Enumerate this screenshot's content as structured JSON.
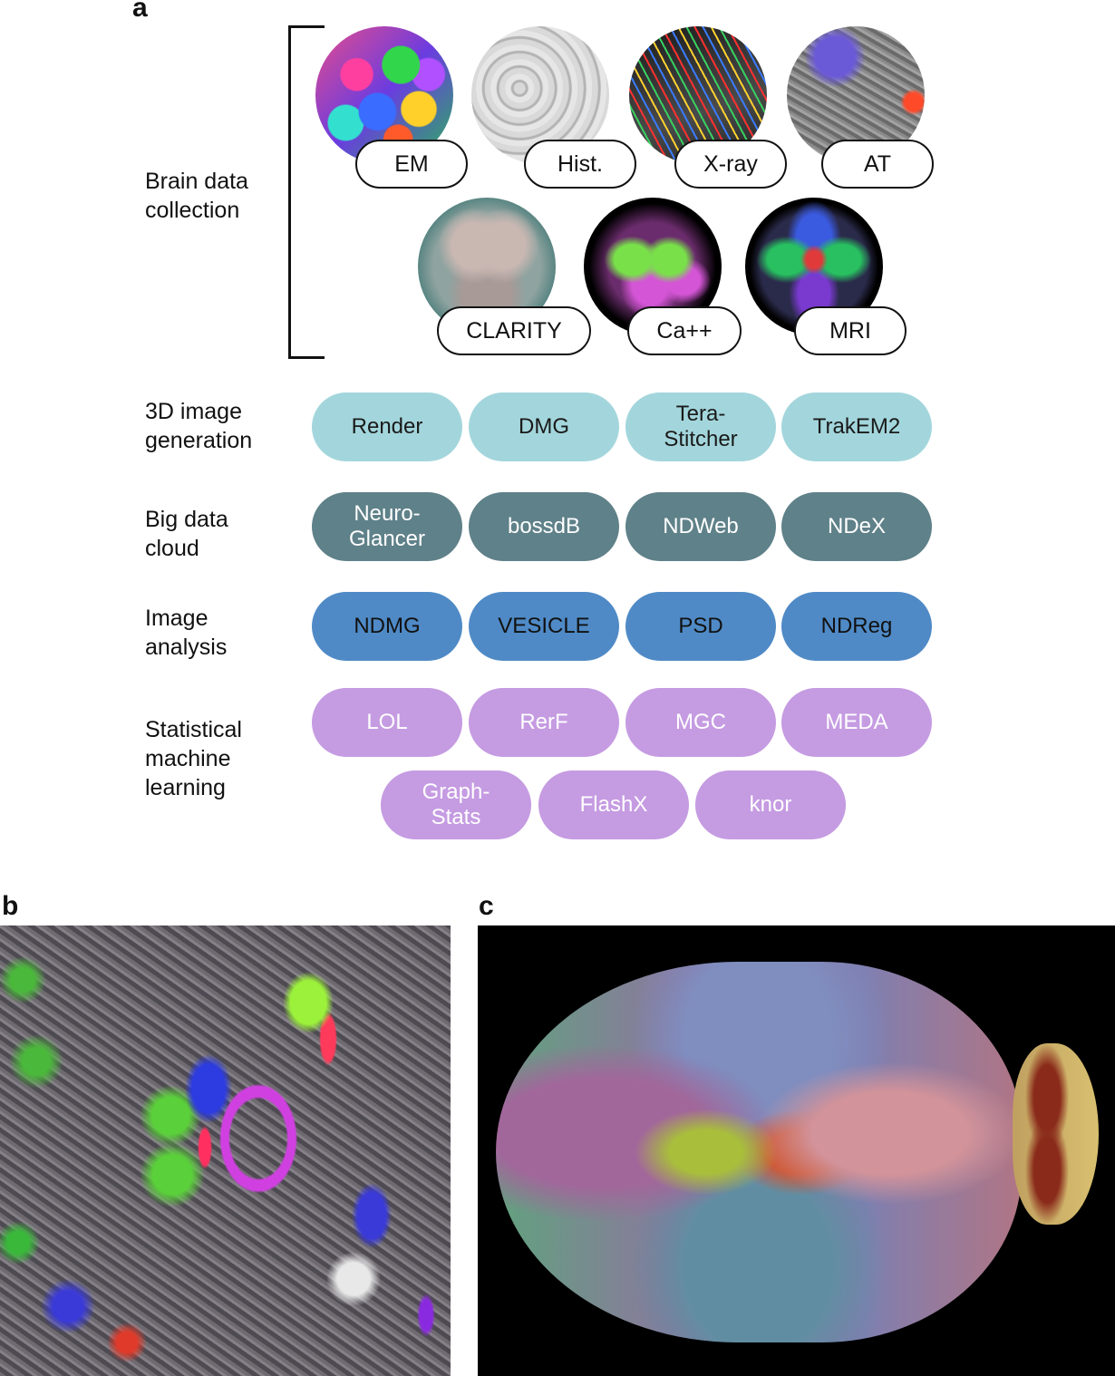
{
  "panels": {
    "a": "a",
    "b": "b",
    "c": "c"
  },
  "rows": {
    "collection": {
      "label": "Brain data\ncollection",
      "tags": [
        "EM",
        "Hist.",
        "X-ray",
        "AT",
        "CLARITY",
        "Ca++",
        "MRI"
      ]
    },
    "generation": {
      "label": "3D image\ngeneration",
      "color": "#a3d6dc",
      "text_color": "#1a1a1a",
      "tools": [
        "Render",
        "DMG",
        "Tera-\nStitcher",
        "TrakEM2"
      ]
    },
    "cloud": {
      "label": "Big data\ncloud",
      "color": "#5f8189",
      "text_color": "#ffffff",
      "tools": [
        "Neuro-\nGlancer",
        "bossdB",
        "NDWeb",
        "NDeX"
      ]
    },
    "analysis": {
      "label": "Image\nanalysis",
      "color": "#4f8ac6",
      "text_color": "#111111",
      "tools": [
        "NDMG",
        "VESICLE",
        "PSD",
        "NDReg"
      ]
    },
    "learning": {
      "label": "Statistical\nmachine\nlearning",
      "color": "#c59be2",
      "text_color": "#ffffff",
      "tools": [
        "LOL",
        "RerF",
        "MGC",
        "MEDA",
        "Graph-\nStats",
        "FlashX",
        "knor"
      ]
    }
  }
}
